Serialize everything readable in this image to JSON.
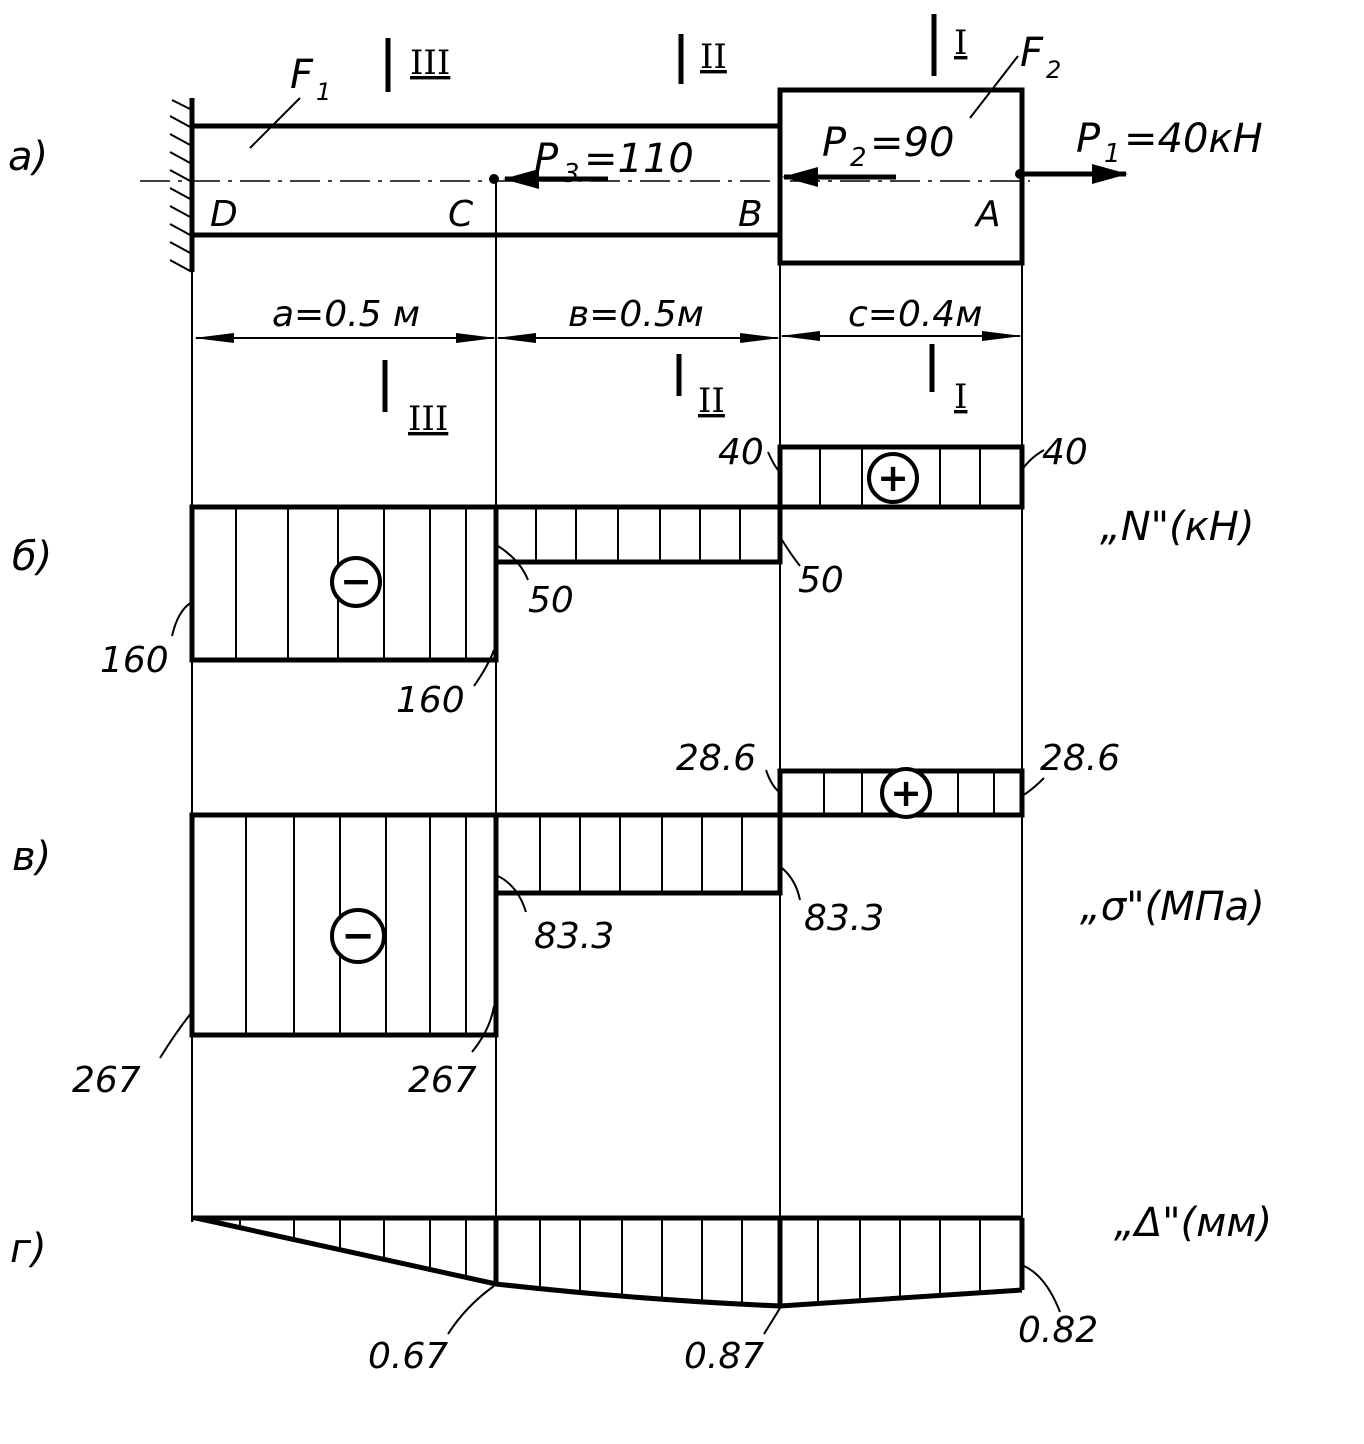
{
  "part_labels": {
    "a": "а)",
    "b": "б)",
    "v": "в)",
    "g": "г)"
  },
  "beam": {
    "area_left": "F",
    "area_left_sub": "1",
    "area_right": "F",
    "area_right_sub": "2",
    "points": {
      "D": "D",
      "C": "C",
      "B": "B",
      "A": "A"
    },
    "sections": {
      "I": "I",
      "II": "II",
      "III": "III"
    },
    "forces": {
      "p1": "P",
      "p1_sub": "1",
      "p1_value": "=40кН",
      "p2": "P",
      "p2_sub": "2",
      "p2_value": "=90",
      "p3": "P",
      "p3_sub": "3",
      "p3_value": "=110"
    },
    "dimensions": {
      "a": "a=0.5 м",
      "b": "в=0.5м",
      "c": "c=0.4м"
    }
  },
  "diagram_N": {
    "title": "„N\"(кН)",
    "values": {
      "seg_I_left": "40",
      "seg_I_right": "40",
      "seg_II_left": "50",
      "seg_II_right": "50",
      "seg_III_left": "160",
      "seg_III_right": "160"
    },
    "signs": {
      "positive": "+",
      "negative": "−"
    }
  },
  "diagram_sigma": {
    "title": "„σ\"(МПа)",
    "values": {
      "seg_I_left": "28.6",
      "seg_I_right": "28.6",
      "seg_II_left": "83.3",
      "seg_II_right": "83.3",
      "seg_III_left": "267",
      "seg_III_right": "267"
    },
    "signs": {
      "positive": "+",
      "negative": "−"
    }
  },
  "diagram_delta": {
    "title": "„Δ\"(мм)",
    "values": {
      "at_C": "0.67",
      "at_B": "0.87",
      "at_A": "0.82"
    }
  }
}
